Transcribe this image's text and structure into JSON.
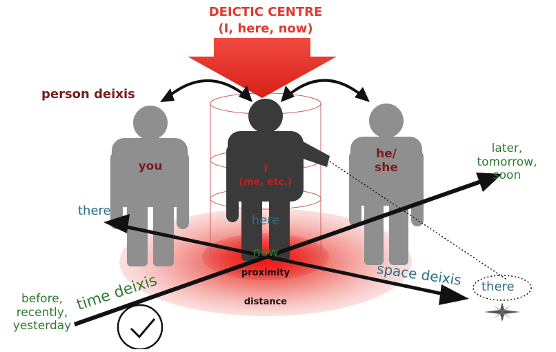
{
  "colors": {
    "title_red": "#e03a30",
    "dark_red": "#7a1c1c",
    "mid_red": "#c0201c",
    "teal": "#2a6f8a",
    "green": "#2f7a2f",
    "figure_gray": "#8f8f8f",
    "figure_dark": "#3a3a3a",
    "axis_black": "#111111"
  },
  "icons": [
    "down-arrow-icon",
    "curved-arrow-icon",
    "person-figure-icon",
    "clock-icon",
    "compass-rose-icon"
  ],
  "diagram": {
    "title": "DEICTIC CENTRE",
    "subtitle": "(I, here, now)",
    "person_deixis": "person deixis",
    "you": "you",
    "i_label": "I",
    "i_sub": "(me, etc.)",
    "heshe": "he/\nshe",
    "here": "here",
    "now": "now",
    "proximity": "proximity",
    "distance": "distance",
    "there_left": "there",
    "there_right": "there",
    "later": "later,\ntomorrow,\nsoon",
    "before": "before,\nrecently,\nyesterday",
    "time_deixis": "time deixis",
    "space_deixis": "space deixis"
  }
}
